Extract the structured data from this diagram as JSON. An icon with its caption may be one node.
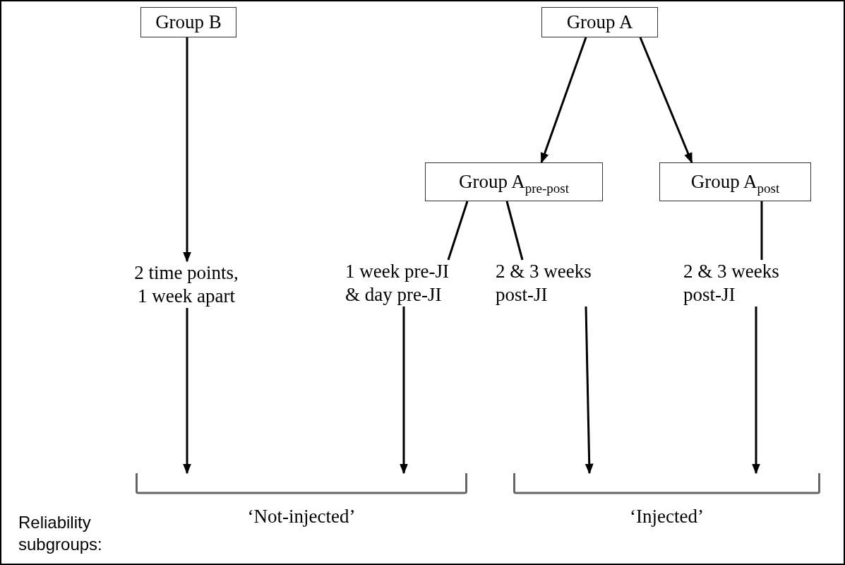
{
  "diagram": {
    "nodes": [
      {
        "text": [
          "Group B"
        ]
      },
      {
        "text": [
          "Group A"
        ]
      },
      {
        "text": [
          "Group A$_{pre-post}$"
        ]
      },
      {
        "text": [
          "Group A$_{post}$"
        ]
      },
      {
        "text": [
          "2 time points, 1 week apart"
        ]
      },
      {
        "text": [
          "1 week pre-JI & day pre-JI"
        ]
      },
      {
        "text": [
          "2 & 3 weeks post-JI"
        ]
      },
      {
        "text": [
          "2 & 3 weeks post-JI"
        ]
      },
      {
        "text": [
          "‘Not-injected’"
        ]
      },
      {
        "text": [
          "‘Injected’"
        ]
      }
    ],
    "edges": [
      {
        "from": 0,
        "to": 4,
        "arrow": "to"
      },
      {
        "from": 1,
        "to": 2,
        "arrow": "to"
      },
      {
        "from": 1,
        "to": 3,
        "arrow": "to"
      },
      {
        "from": 2,
        "to": 5,
        "arrow": "none"
      },
      {
        "from": 2,
        "to": 6,
        "arrow": "none"
      },
      {
        "from": 3,
        "to": 7,
        "arrow": "none"
      },
      {
        "from": 4,
        "to": 8,
        "arrow": "to"
      },
      {
        "from": 5,
        "to": 8,
        "arrow": "to"
      },
      {
        "from": 6,
        "to": 9,
        "arrow": "to"
      },
      {
        "from": 7,
        "to": 9,
        "arrow": "to"
      }
    ],
    "labels": [
      "Reliability subgroups:"
    ]
  }
}
